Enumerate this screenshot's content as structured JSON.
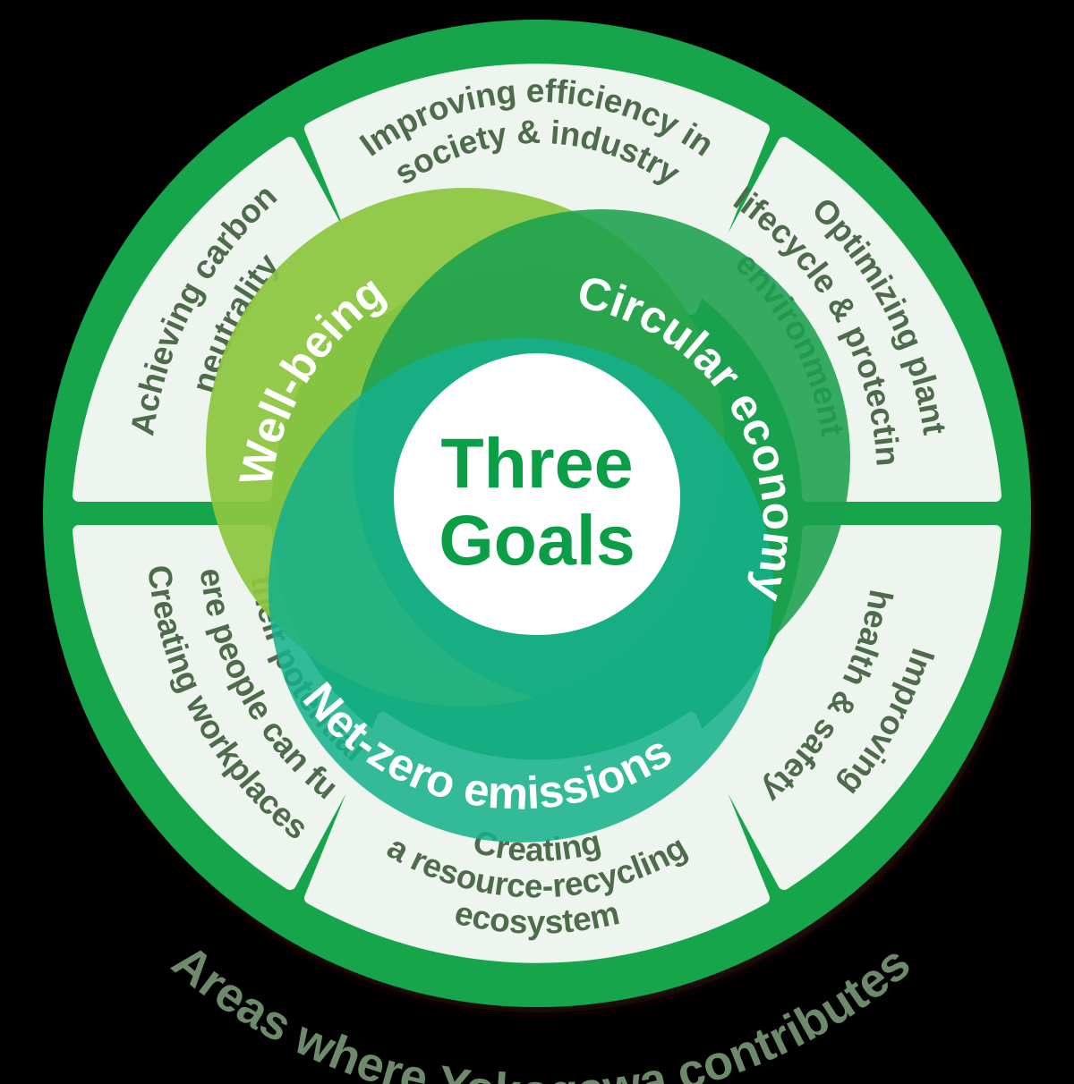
{
  "diagram": {
    "title": "Three Goals",
    "center": {
      "line1": "Three",
      "line2": "Goals"
    },
    "caption": "Areas where Yokogawa contributes",
    "colors": {
      "background": "#000000",
      "outer_ring": "#12a54c",
      "segment_fill": "#edf5ee",
      "segment_text": "#4e6b4c",
      "well_being": "#8dc63f",
      "circular_economy": "#1ba14e",
      "net_zero": "#14b08a",
      "center_fill": "#ffffff",
      "center_text": "#0a9e46",
      "caption_text": "#6d8a6b"
    },
    "inner_goals": [
      {
        "id": "well-being",
        "label": "Well-being",
        "color": "#8dc63f"
      },
      {
        "id": "circular-economy",
        "label": "Circular economy",
        "color": "#1ba14e"
      },
      {
        "id": "net-zero-emissions",
        "label": "Net-zero emissions",
        "color": "#14b08a"
      }
    ],
    "outer_segments": [
      {
        "id": "improving-efficiency",
        "lines": [
          "Improving efficiency in",
          "society & industry"
        ]
      },
      {
        "id": "optimizing-plant-lifecycle",
        "lines": [
          "Optimizing plant",
          "lifecycle & protecting",
          "environment"
        ]
      },
      {
        "id": "improving-health-safety",
        "lines": [
          "Improving",
          "health & safety"
        ]
      },
      {
        "id": "creating-resource-recycling-ecosystem",
        "lines": [
          "Creating",
          "a resource-recycling",
          "ecosystem"
        ]
      },
      {
        "id": "creating-workplaces",
        "lines": [
          "Creating workplaces",
          "where people can fulfill",
          "their potential"
        ]
      },
      {
        "id": "achieving-carbon-neutrality",
        "lines": [
          "Achieving carbon",
          "neutrality"
        ]
      }
    ]
  }
}
